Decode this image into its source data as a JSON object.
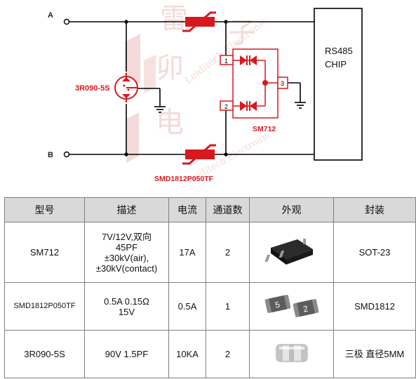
{
  "schematic": {
    "terminal_a": "A",
    "terminal_b": "B",
    "gdt_label": "3R090-5S",
    "tvs_label": "SM712",
    "fuse_label": "SMD1812P050TF",
    "chip_line1": "RS485",
    "chip_line2": "CHIP",
    "pin1": "1",
    "pin2": "2",
    "pin3": "3",
    "watermark_cn1": "雷",
    "watermark_cn2": "卯",
    "watermark_cn3": "电",
    "watermark_cn4": "子",
    "watermark_en": "Leiditech Electronic",
    "colors": {
      "line": "#000000",
      "component": "#d7191f",
      "watermark": "#e8b5b5"
    }
  },
  "table": {
    "headers": [
      "型号",
      "描述",
      "电流",
      "通道数",
      "外观",
      "封装"
    ],
    "rows": [
      {
        "model": "SM712",
        "desc_lines": [
          "7V/12V,双向",
          "45PF",
          "±30kV(air),",
          "±30kV(contact)"
        ],
        "current": "17A",
        "channels": "2",
        "appearance_icon": "sot23-package-icon",
        "package": "SOT-23"
      },
      {
        "model": "SMD1812P050TF",
        "desc_lines": [
          "0.5A  0.15Ω",
          "15V"
        ],
        "current": "0.5A",
        "channels": "1",
        "appearance_icon": "smd1812-fuse-icon",
        "fuse_marks": [
          "5",
          "2"
        ],
        "package": "SMD1812"
      },
      {
        "model": "3R090-5S",
        "desc_lines": [
          "90V 1.5PF"
        ],
        "current": "10KA",
        "channels": "2",
        "appearance_icon": "gas-discharge-tube-icon",
        "package": "三极 直径5MM"
      }
    ]
  }
}
